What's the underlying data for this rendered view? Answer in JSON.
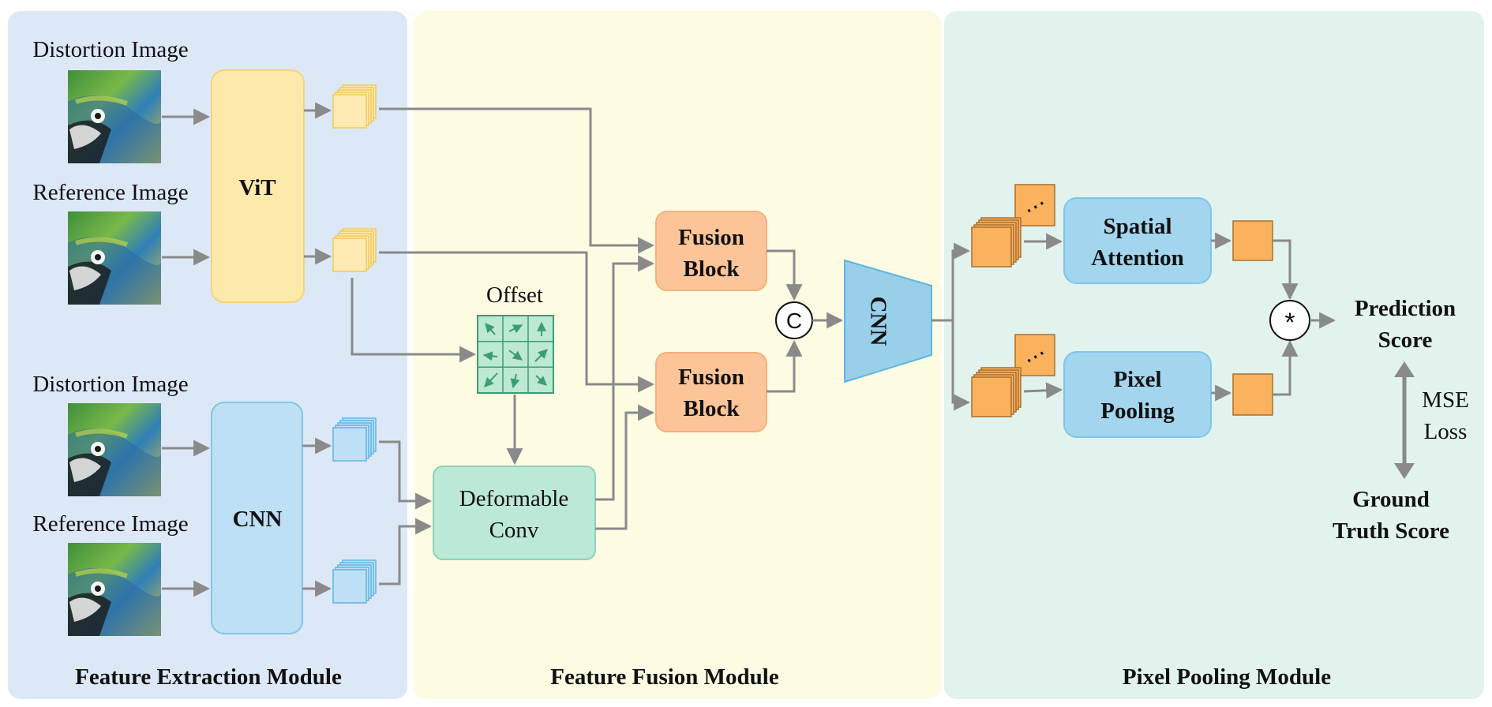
{
  "modules": {
    "extraction": "Feature Extraction Module",
    "fusion": "Feature Fusion Module",
    "pooling": "Pixel Pooling Module"
  },
  "inputs": {
    "distortion_1": "Distortion Image",
    "reference_1": "Reference Image",
    "distortion_2": "Distortion Image",
    "reference_2": "Reference Image"
  },
  "blocks": {
    "vit": "ViT",
    "cnn_backbone": "CNN",
    "offset": "Offset",
    "deformable_line1": "Deformable",
    "deformable_line2": "Conv",
    "fusion_top_line1": "Fusion",
    "fusion_top_line2": "Block",
    "fusion_bottom_line1": "Fusion",
    "fusion_bottom_line2": "Block",
    "concat": "C",
    "cnn_head": "CNN",
    "spatial_line1": "Spatial",
    "spatial_line2": "Attention",
    "pixel_line1": "Pixel",
    "pixel_line2": "Pooling",
    "multiply": "*"
  },
  "outputs": {
    "prediction_line1": "Prediction",
    "prediction_line2": "Score",
    "loss_line1": "MSE",
    "loss_line2": "Loss",
    "ground_truth_line1": "Ground",
    "ground_truth_line2": "Truth Score"
  },
  "colors": {
    "extraction_bg": "#dde8f7",
    "fusion_bg": "#fefbe3",
    "pooling_bg": "#e1f3ec",
    "vit_fill": "#fdeaaa",
    "cnn_fill": "#bee0f4",
    "fusion_block_fill": "#fcc499",
    "deformable_fill": "#bce8d7",
    "cnn_head_fill": "#99cfe9",
    "attention_fill": "#a3d5ee",
    "feature_orange": "#fab25f",
    "offset_green": "#3a9e72",
    "arrow": "#8a8a8a"
  }
}
